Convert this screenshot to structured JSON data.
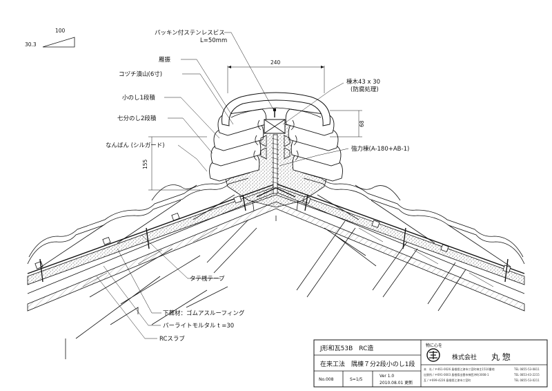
{
  "slope": {
    "run": "100",
    "rise": "30.3"
  },
  "dimensions": {
    "width": "240",
    "height_right": "68",
    "height_left": "155"
  },
  "labels": {
    "packing_screw": "パッキン付ステンレスビス",
    "screw_length": "L=50mm",
    "gando": "雁振",
    "kozuchi": "コヅチ漬山(6寸)",
    "konoshi": "小のし1段積",
    "shichibu": "七分のし2段積",
    "nanban": "なんばん (シルガード)",
    "munagi": "棟木43 x 30",
    "munagi_treat": "(防腐処理)",
    "kyoryoku": "強力棟(A-180+AB-1)",
    "tate_tape": "タテ桟テープ",
    "shitabuki": "下葺材：ゴムアスルーフィング",
    "mortar": "パーライトモルタル t =30",
    "slab": "RCスラブ"
  },
  "title_block": {
    "row1": "J形和瓦53B　RC造",
    "row2": "在来工法　隅棟７分2段小のし1段",
    "no": "No.008",
    "scale": "S=1/5",
    "version": "Ver 1.0",
    "date": "2010.08.01 更新",
    "slogan": "物に心を",
    "company": "株式会社",
    "company_name": "丸 惣",
    "addr1": "本　社 / 〒461-0026 島根県江津市二宮町神主1510番地",
    "addr2": "出張所 / 〒691-0003 島根県出雲市神西沖町3008-1",
    "addr3": "瓦 / 〒699-4226 島根県江津市二宮町",
    "tel1": "TEL 0855-53-0811",
    "tel2": "TEL 0853-43-2215",
    "tel3": "TEL 0855-53-0211"
  }
}
